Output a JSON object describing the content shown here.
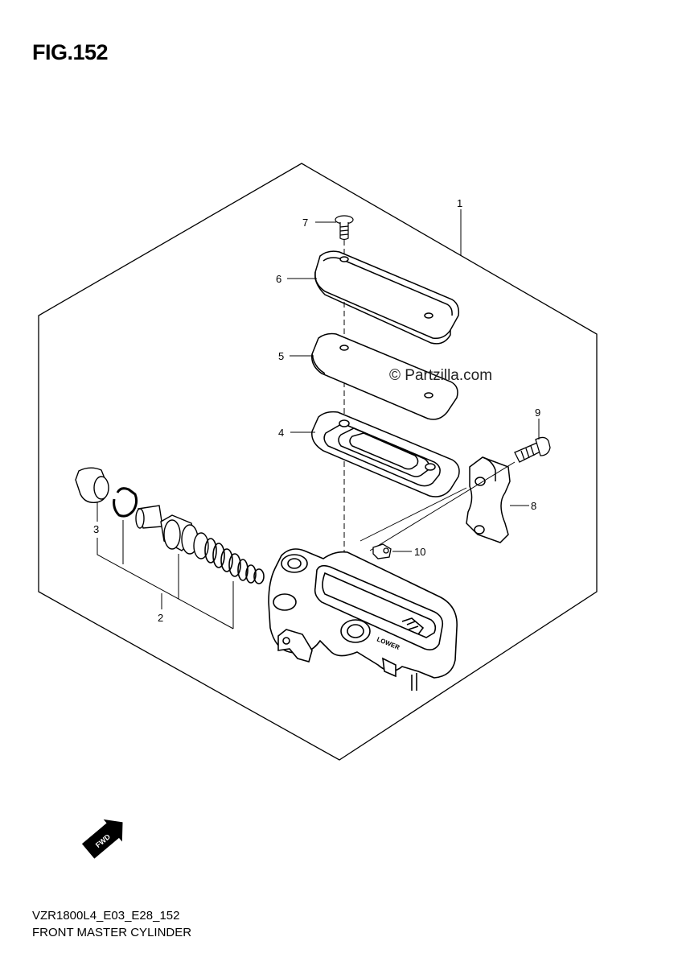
{
  "figure": {
    "title": "FIG.152"
  },
  "watermark": "© Partzilla.com",
  "callouts": {
    "c1": "1",
    "c2": "2",
    "c3": "3",
    "c4": "4",
    "c5": "5",
    "c6": "6",
    "c7": "7",
    "c8": "8",
    "c9": "9",
    "c10": "10"
  },
  "part_markings": {
    "lower": "LOWER",
    "fwd": "FWD"
  },
  "footer": {
    "model_code": "VZR1800L4_E03_E28_152",
    "section_name": "FRONT MASTER CYLINDER"
  }
}
